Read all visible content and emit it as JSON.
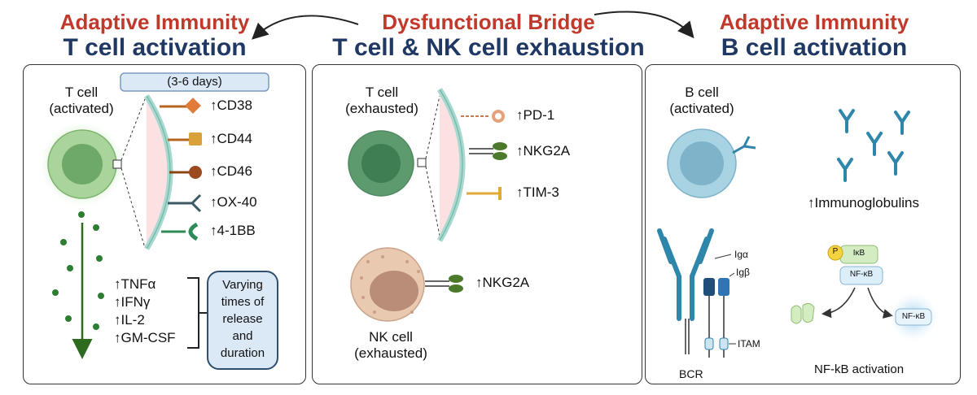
{
  "headers": {
    "left": {
      "top": "Adaptive Immunity",
      "bottom": "T cell activation"
    },
    "center": {
      "top": "Dysfunctional Bridge",
      "bottom": "T cell & NK cell exhaustion"
    },
    "right": {
      "top": "Adaptive Immunity",
      "bottom": "B cell activation"
    }
  },
  "left_panel": {
    "cell_label_1": "T cell",
    "cell_label_2": "(activated)",
    "days": "(3-6 days)",
    "markers": [
      "↑CD38",
      "↑CD44",
      "↑CD46",
      "↑OX-40",
      "↑4-1BB"
    ],
    "cytokines": [
      "↑TNFα",
      "↑IFNγ",
      "↑IL-2",
      "↑GM-CSF"
    ],
    "note": [
      "Varying",
      "times of",
      "release",
      "and",
      "duration"
    ]
  },
  "center_panel": {
    "tcell_label_1": "T cell",
    "tcell_label_2": "(exhausted)",
    "markers": [
      "↑PD-1",
      "↑NKG2A",
      "↑TIM-3"
    ],
    "nk_marker": "↑NKG2A",
    "nk_label_1": "NK cell",
    "nk_label_2": "(exhausted)"
  },
  "right_panel": {
    "bcell_label_1": "B cell",
    "bcell_label_2": "(activated)",
    "immunoglobulins": "↑Immunoglobulins",
    "iga": "Igα",
    "igb": "Igβ",
    "itam": "ITAM",
    "bcr": "BCR",
    "p": "P",
    "ikb": "IκB",
    "nfkb_complex": "NF-κB",
    "nfkb_free": "NF-κB",
    "nfkb_activation": "NF-kB activation"
  },
  "colors": {
    "red_title": "#c0392b",
    "navy_title": "#1f3864",
    "tcell_green": "#5d9b6e",
    "bcell_blue": "#8fc1d4",
    "antibody_blue": "#2e86ab"
  }
}
